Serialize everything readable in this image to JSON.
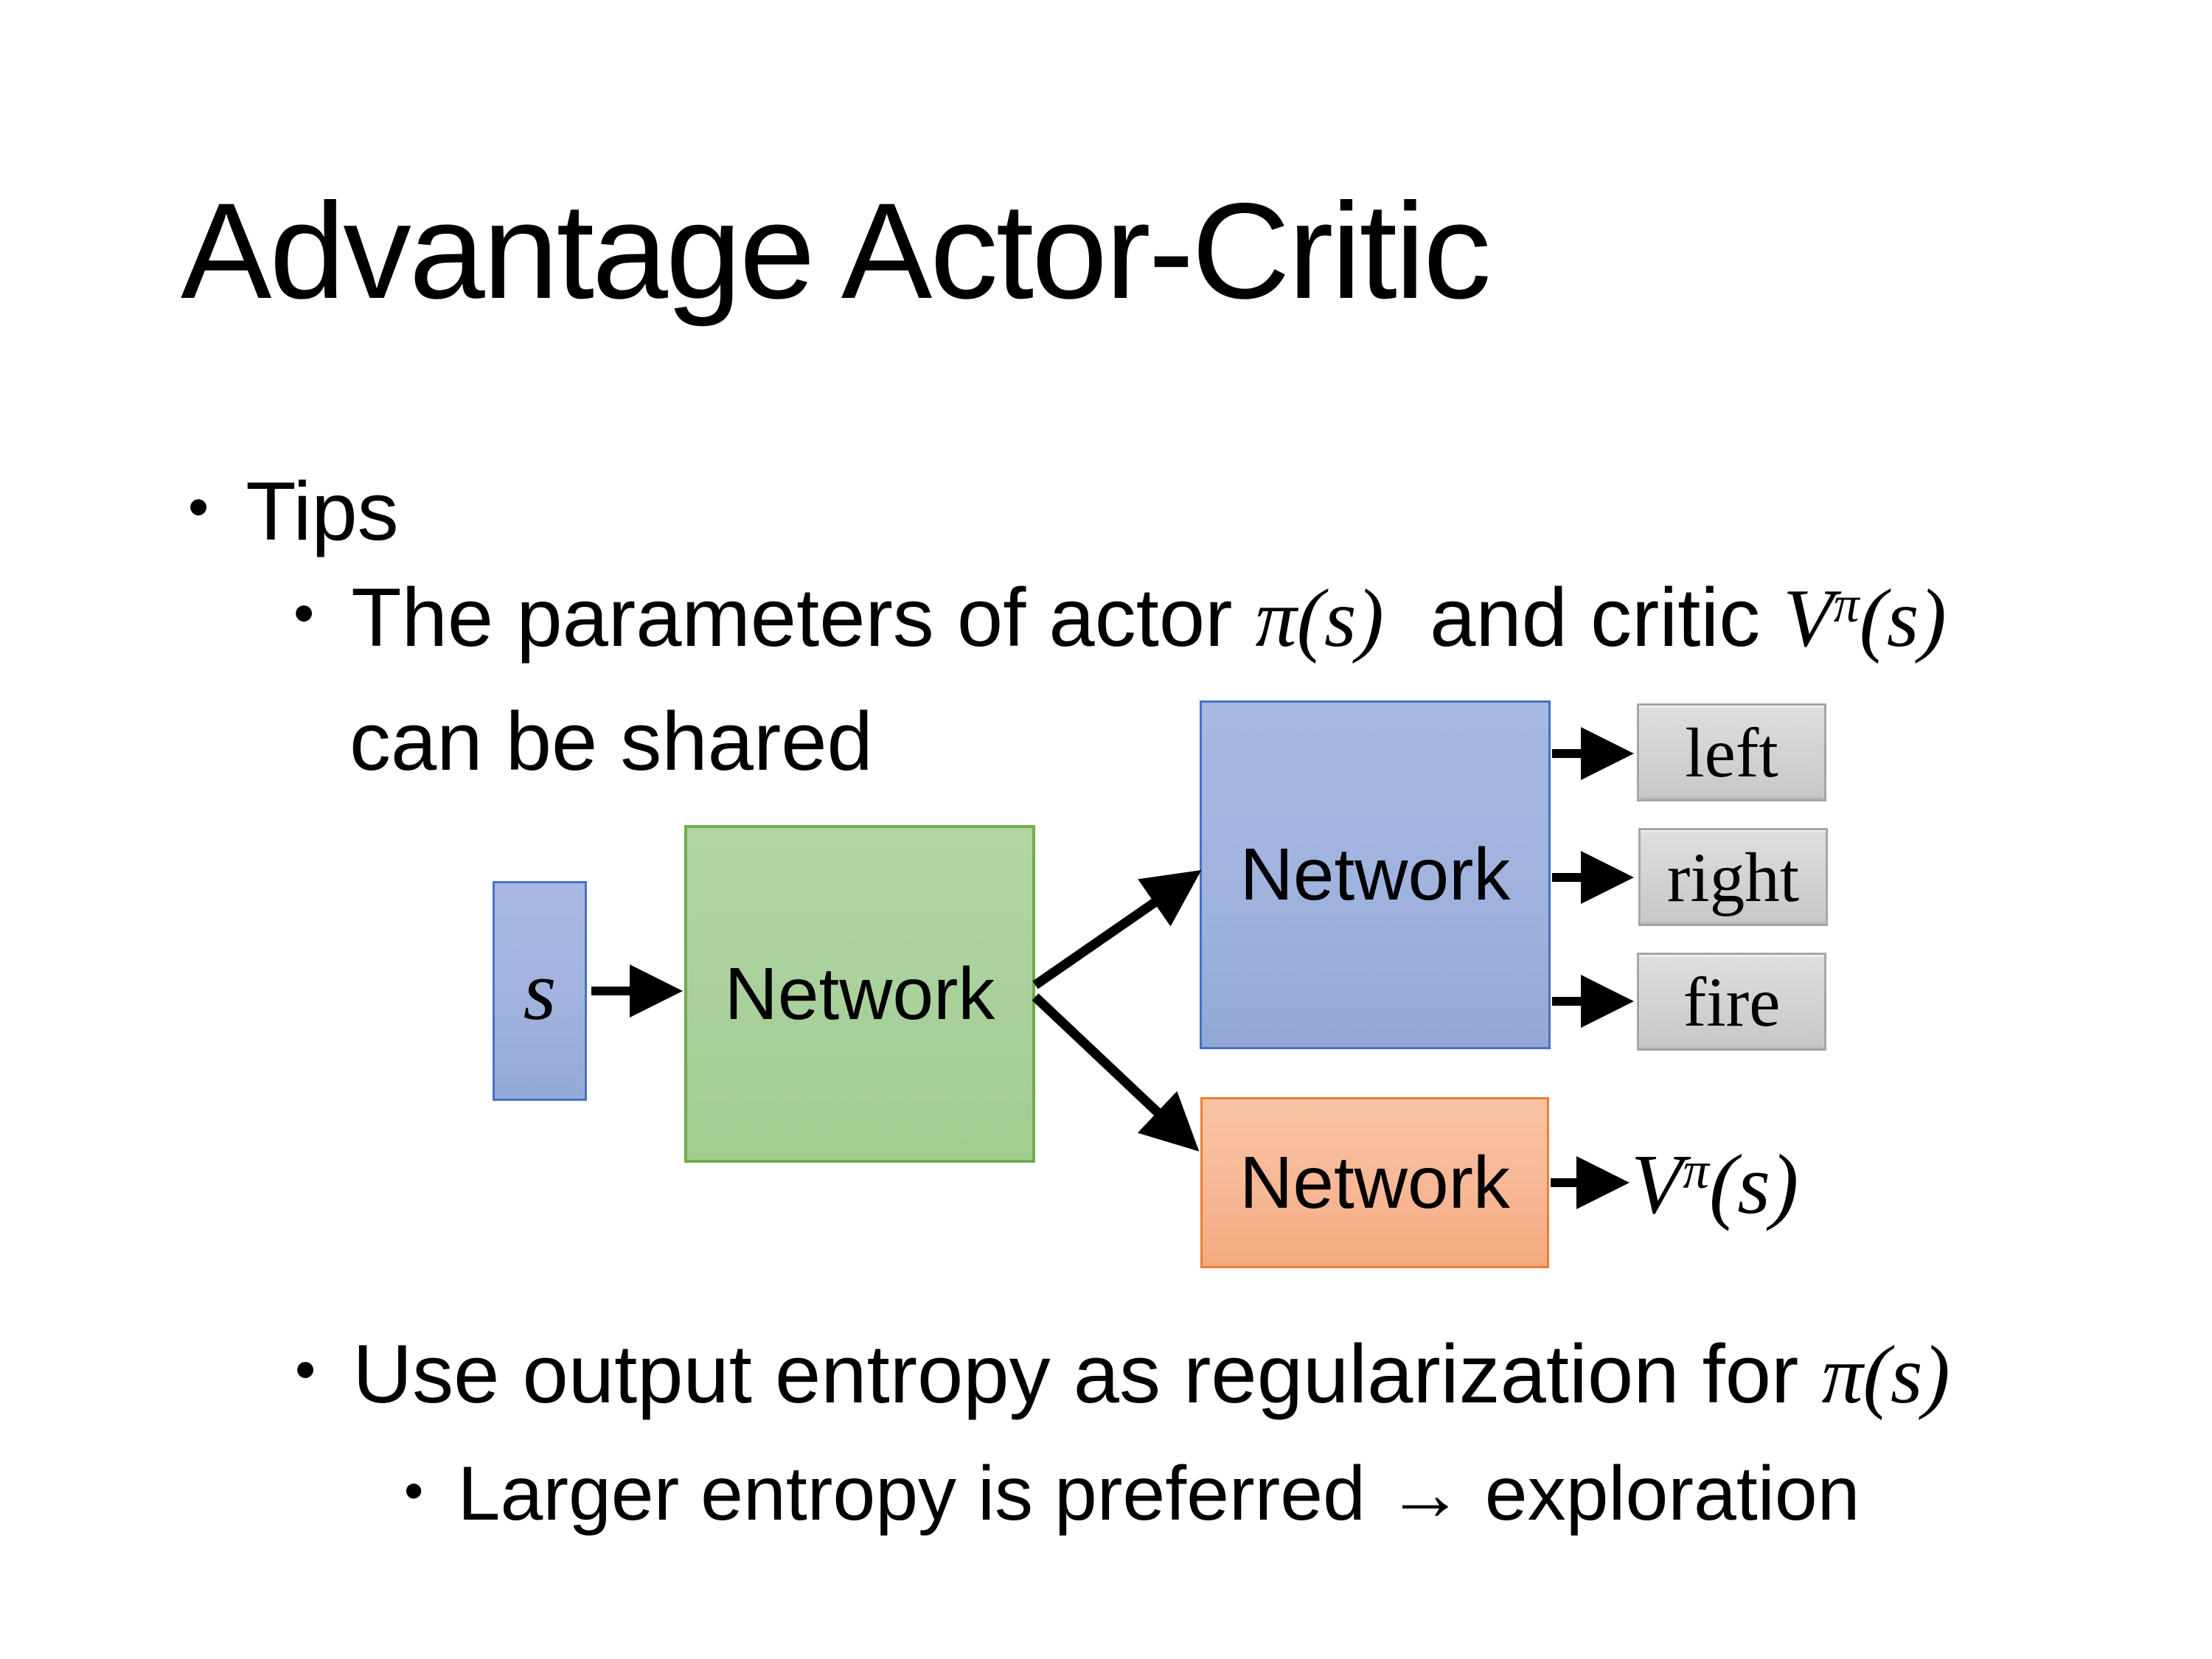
{
  "slide": {
    "title": "Advantage Actor-Critic",
    "bullet_char": "•",
    "tips_label": "Tips",
    "shared_tip": {
      "text1": "The parameters of actor ",
      "math_pi": "π(s)",
      "text2": "  and critic ",
      "math_V": "V",
      "math_V_sup": "π",
      "math_V_args": "(s)",
      "line2": "can be shared"
    },
    "entropy_tip": {
      "text1": "Use output entropy as regularization for ",
      "math_pi": "π(s)"
    },
    "exploration_tip": "Larger entropy is preferred → exploration"
  },
  "diagram": {
    "state_label": "s",
    "shared_network_label": "Network",
    "actor_network_label": "Network",
    "critic_network_label": "Network",
    "actions": [
      "left",
      "right",
      "fire"
    ],
    "critic_output": {
      "V": "V",
      "sup": "π",
      "args": "(s)"
    },
    "colors": {
      "state_fill": "#9FB3DE",
      "state_border": "#4472C4",
      "shared_fill": "#AAD19D",
      "shared_border": "#70AD47",
      "actor_fill": "#9FB3DE",
      "actor_border": "#4472C4",
      "critic_fill": "#F7B795",
      "critic_border": "#ED7D31",
      "action_fill": "#D3D3D3",
      "action_border": "#A5A5A5",
      "arrow": "#000000",
      "text": "#000000"
    }
  }
}
